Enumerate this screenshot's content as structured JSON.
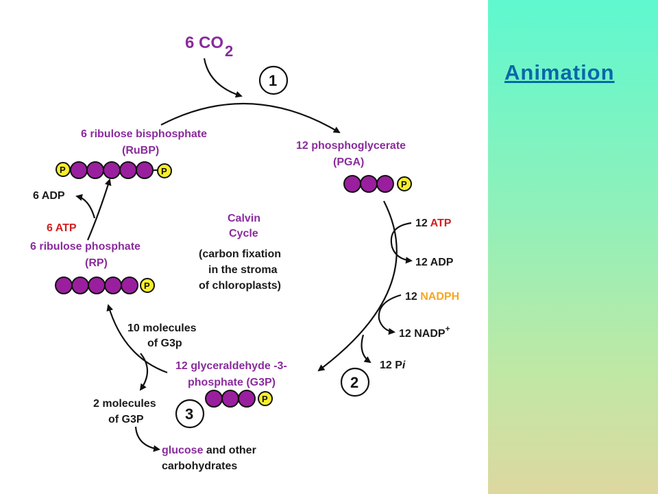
{
  "link": {
    "label": "Animation"
  },
  "diagram": {
    "co2": "6 CO",
    "co2_sub": "2",
    "step1": "1",
    "step2": "2",
    "step3": "3",
    "rubp_line1": "6 ribulose bisphosphate",
    "rubp_line2": "(RuBP)",
    "pga_line1": "12 phosphoglycerate",
    "pga_line2": "(PGA)",
    "rp_line1": "6 ribulose phosphate",
    "rp_line2": "(RP)",
    "g3p_line1": "12 glyceraldehyde -3-",
    "g3p_line2": "phosphate (G3P)",
    "adp6_num": "6",
    "adp6": "ADP",
    "atp6_num": "6",
    "atp6": "ATP",
    "atp12_num": "12",
    "atp12": "ATP",
    "adp12_num": "12",
    "adp12": "ADP",
    "nadph_num": "12",
    "nadph": "NADPH",
    "nadp_num": "12",
    "nadp": "NADP",
    "nadp_sup": "+",
    "pi_num": "12",
    "pi_p": "P",
    "pi_i": "i",
    "center_line1": "Calvin",
    "center_line2": "Cycle",
    "center_line3": "(carbon fixation",
    "center_line4": "in the stroma",
    "center_line5": "of chloroplasts)",
    "ten_line1": "10 molecules",
    "ten_line2": "of G3p",
    "two_line1": "2 molecules",
    "two_line2": "of G3P",
    "glucose": "glucose",
    "glucose_rest": " and other",
    "carbs": "carbohydrates",
    "phosphate_symbol": "P"
  },
  "colors": {
    "carbon": "#9a1f9e",
    "phosphate": "#f7ee2a",
    "label_purple": "#8a2b9c",
    "atp_red": "#d21e1e",
    "nadph_orange": "#f5a623",
    "link_blue": "#0a67a8"
  }
}
